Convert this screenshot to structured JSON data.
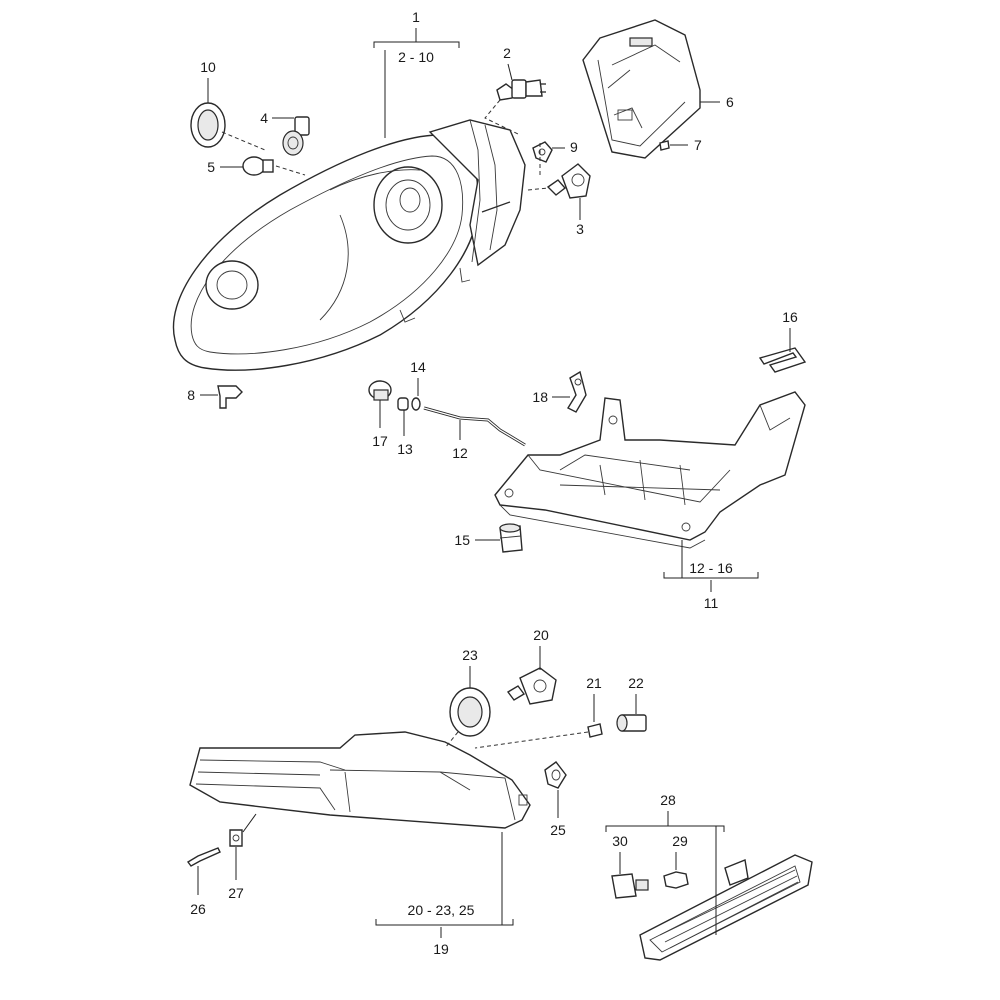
{
  "callouts": {
    "c1": "1",
    "r1": "2 - 10",
    "c2": "2",
    "c3": "3",
    "c4": "4",
    "c5": "5",
    "c6": "6",
    "c7": "7",
    "c8": "8",
    "c9": "9",
    "c10": "10",
    "c11": "11",
    "r11": "12 - 16",
    "c12": "12",
    "c13": "13",
    "c14": "14",
    "c15": "15",
    "c16": "16",
    "c17": "17",
    "c18": "18",
    "c19": "19",
    "r19": "20 - 23, 25",
    "c20": "20",
    "c21": "21",
    "c22": "22",
    "c23": "23",
    "c25": "25",
    "c26": "26",
    "c27": "27",
    "c28": "28",
    "c29": "29",
    "c30": "30"
  },
  "colors": {
    "line": "#2a2a2a",
    "background": "#ffffff",
    "shade": "#e9e9e9"
  }
}
